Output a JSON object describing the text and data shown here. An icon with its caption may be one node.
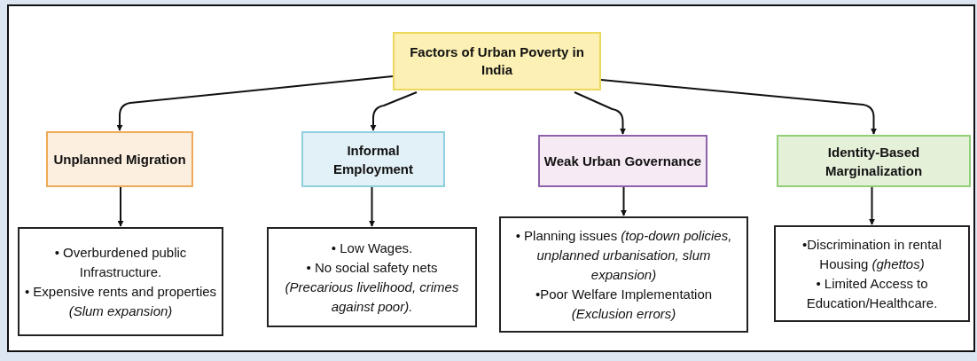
{
  "diagram": {
    "nodes": [
      {
        "text": [
          "Factors of Urban Poverty in India"
        ]
      },
      {
        "text": [
          "Unplanned Migration"
        ]
      },
      {
        "text": [
          "Informal Employment"
        ]
      },
      {
        "text": [
          "Weak Urban Governance"
        ]
      },
      {
        "text": [
          "Identity-Based Marginalization"
        ]
      },
      {
        "text": [
          "• Overburdened public Infrastructure.",
          "• Expensive rents and properties *(Slum expansion)*"
        ]
      },
      {
        "text": [
          "• Low Wages.",
          "• No social safety nets *(Precarious livelihood, crimes against poor).*"
        ]
      },
      {
        "text": [
          "• Planning issues *(top-down policies, unplanned urbanisation, slum expansion)*",
          "•Poor Welfare Implementation *(Exclusion errors)*"
        ]
      },
      {
        "text": [
          "•Discrimination in rental Housing *(ghettos)*",
          "• Limited Access to Education/Healthcare."
        ]
      }
    ],
    "edges": [
      {
        "from": 0,
        "to": 1,
        "arrow": "to"
      },
      {
        "from": 0,
        "to": 2,
        "arrow": "to"
      },
      {
        "from": 0,
        "to": 3,
        "arrow": "to"
      },
      {
        "from": 0,
        "to": 4,
        "arrow": "to"
      },
      {
        "from": 1,
        "to": 5,
        "arrow": "to"
      },
      {
        "from": 2,
        "to": 6,
        "arrow": "to"
      },
      {
        "from": 3,
        "to": 7,
        "arrow": "to"
      },
      {
        "from": 4,
        "to": 8,
        "arrow": "to"
      }
    ]
  }
}
